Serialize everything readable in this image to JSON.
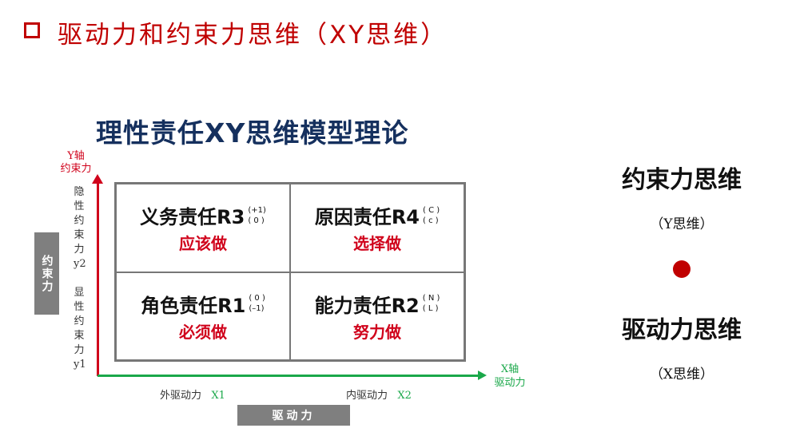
{
  "title": "驱动力和约束力思维（XY思维）",
  "heading": "理性责任XY思维模型理论",
  "y_axis": {
    "label1": "Y轴",
    "label2": "约束力",
    "upper": "隐性约束力",
    "upper_code": "y2",
    "lower": "显性约束力",
    "lower_code": "y1",
    "box": "约束力"
  },
  "x_axis": {
    "label1": "X轴",
    "label2": "驱动力",
    "left": "外驱动力",
    "left_code": "X1",
    "right": "内驱动力",
    "right_code": "X2",
    "box": "驱动力"
  },
  "quadrants": [
    {
      "name": "义务责任R3",
      "code_top": "(+1)",
      "code_bottom": "( 0 )",
      "action": "应该做"
    },
    {
      "name": "原因责任R4",
      "code_top": "( C )",
      "code_bottom": "( c )",
      "action": "选择做"
    },
    {
      "name": "角色责任R1",
      "code_top": "( 0 )",
      "code_bottom": "(–1)",
      "action": "必须做"
    },
    {
      "name": "能力责任R2",
      "code_top": "( N )",
      "code_bottom": "( L )",
      "action": "努力做"
    }
  ],
  "right": {
    "y_title": "约束力思维",
    "y_sub": "（Y思维）",
    "x_title": "驱动力思维",
    "x_sub": "（X思维）"
  },
  "colors": {
    "red": "#c00000",
    "green": "#1aa84a",
    "navy": "#15305e",
    "gray": "#7f7f7f"
  }
}
